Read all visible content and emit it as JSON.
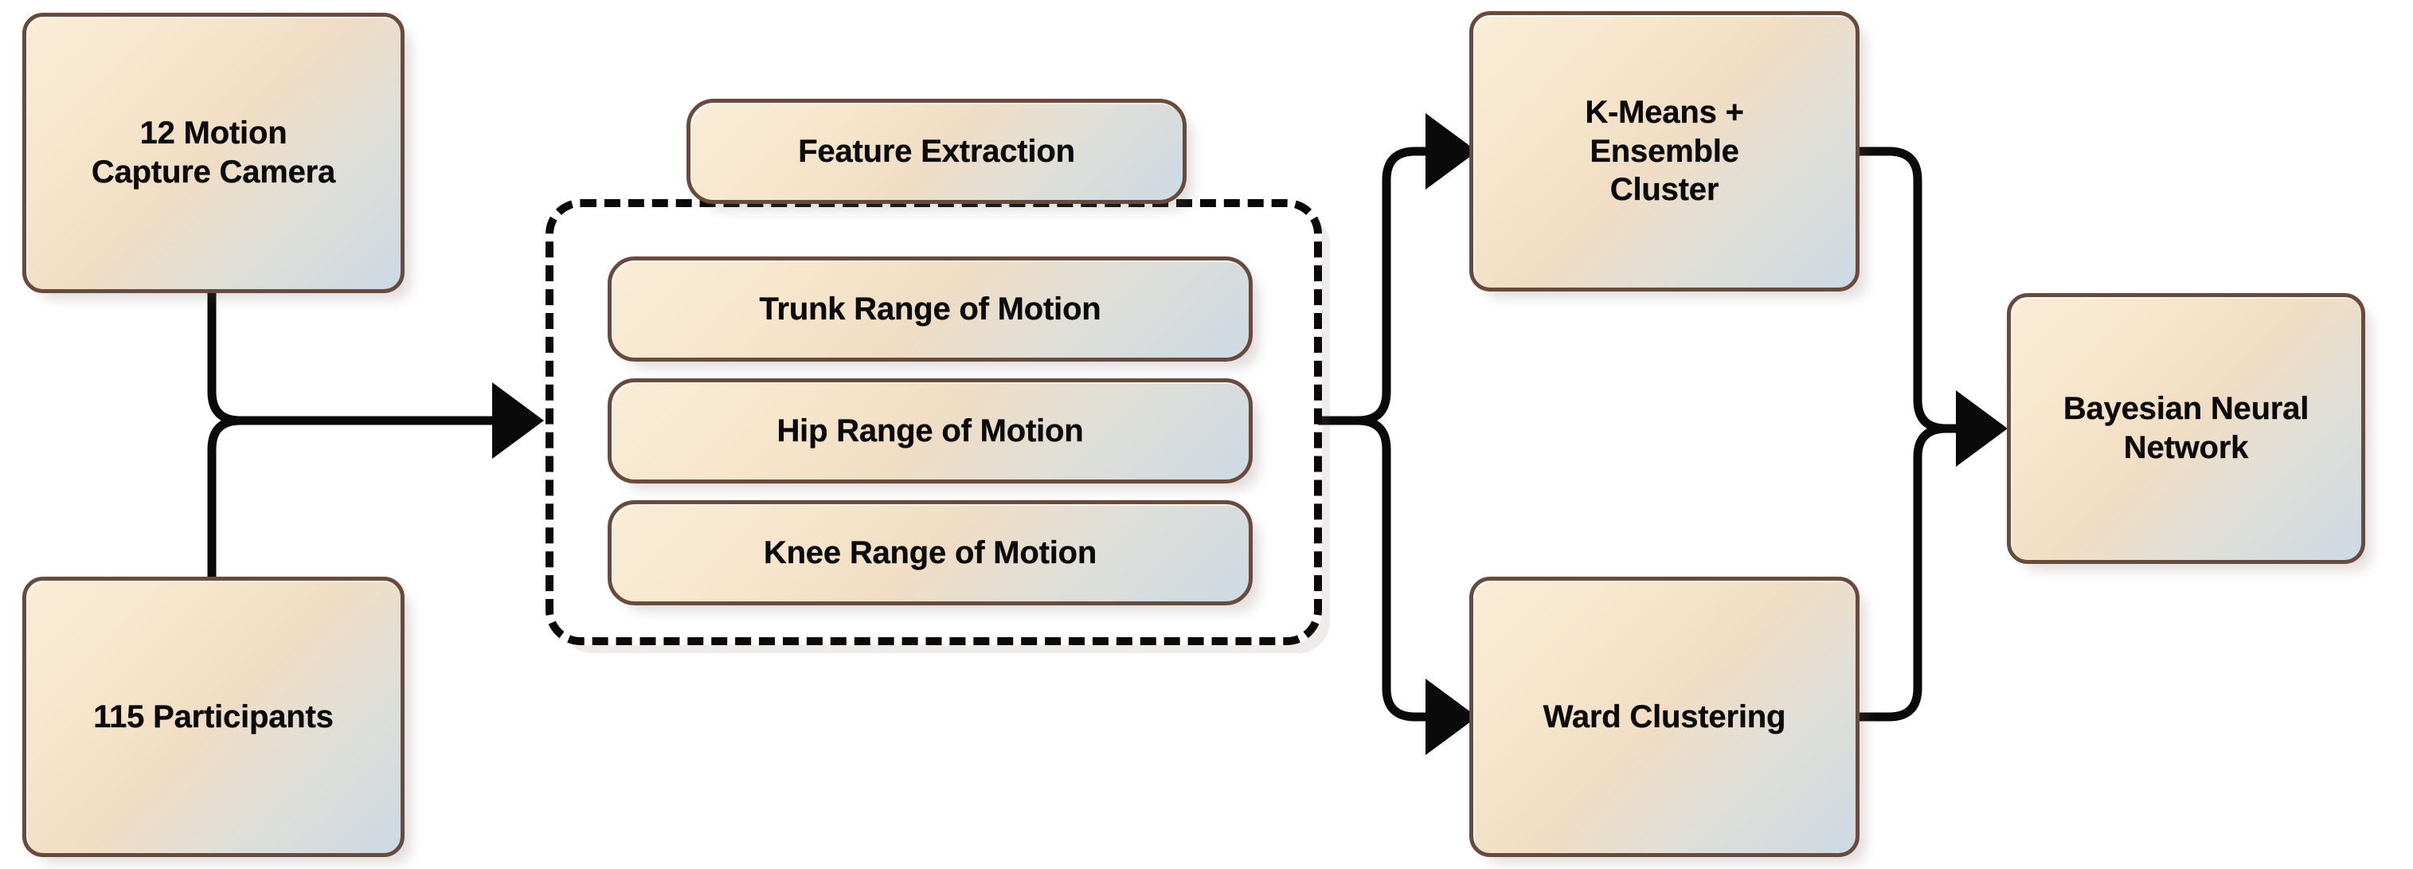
{
  "diagram": {
    "title": "Motion capture analysis pipeline",
    "background_color": "#ffffff",
    "node_fill_start": "#faecd6",
    "node_fill_end": "#cdd9e3",
    "node_border_color": "#6b4a3e",
    "connector_color": "#0a0a0a",
    "group_border_style": "dashed"
  },
  "nodes": {
    "cameras": {
      "label": "12 Motion\nCapture Camera",
      "shape": "rounded-rectangle"
    },
    "participants": {
      "label": "115 Participants",
      "shape": "rounded-rectangle"
    },
    "feature_extraction": {
      "label": "Feature Extraction",
      "shape": "rounded-pill"
    },
    "trunk_rom": {
      "label": "Trunk Range of Motion",
      "shape": "rounded-pill"
    },
    "hip_rom": {
      "label": "Hip Range of Motion",
      "shape": "rounded-pill"
    },
    "knee_rom": {
      "label": "Knee Range of Motion",
      "shape": "rounded-pill"
    },
    "kmeans": {
      "label": "K-Means +\nEnsemble\nCluster",
      "shape": "rounded-rectangle"
    },
    "ward": {
      "label": "Ward Clustering",
      "shape": "rounded-rectangle"
    },
    "bayesian_nn": {
      "label": "Bayesian Neural\nNetwork",
      "shape": "rounded-rectangle"
    }
  },
  "group": {
    "name": "feature-extraction-group",
    "members": [
      "Trunk Range of Motion",
      "Hip Range of Motion",
      "Knee Range of Motion"
    ]
  },
  "edges": [
    {
      "from": "12 Motion Capture Camera",
      "to": "Feature Extraction group",
      "arrow": true
    },
    {
      "from": "115 Participants",
      "to": "Feature Extraction group",
      "arrow": true
    },
    {
      "from": "Feature Extraction group",
      "to": "K-Means + Ensemble Cluster",
      "arrow": true
    },
    {
      "from": "Feature Extraction group",
      "to": "Ward Clustering",
      "arrow": true
    },
    {
      "from": "K-Means + Ensemble Cluster",
      "to": "Bayesian Neural Network",
      "arrow": true
    },
    {
      "from": "Ward Clustering",
      "to": "Bayesian Neural Network",
      "arrow": true
    }
  ]
}
